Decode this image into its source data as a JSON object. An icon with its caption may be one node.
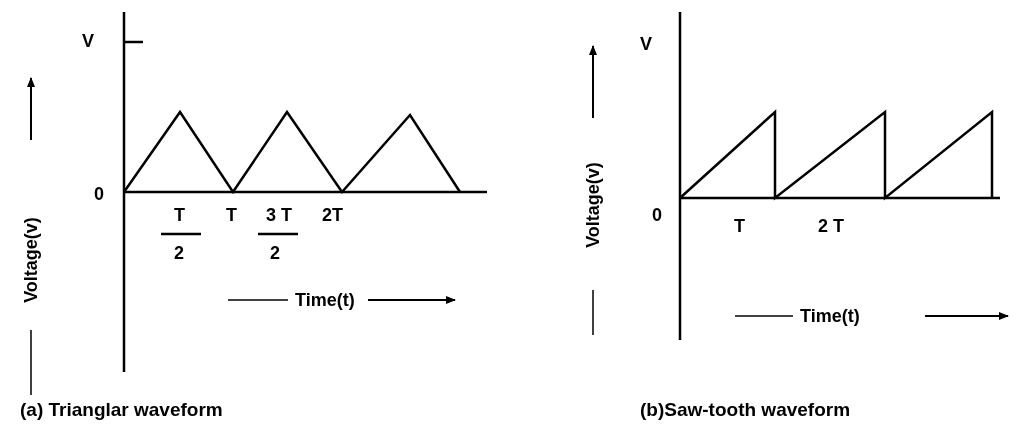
{
  "diagram": {
    "labels": [
      "V",
      "Voltage(v)",
      "0",
      "T",
      "2",
      "T",
      "3 T",
      "2",
      "2T",
      "Time(t)",
      "(a) Trianglar waveform",
      "V",
      "Voltage(v)",
      "0",
      "T",
      "2 T",
      "Time(t)",
      "(b)Saw-tooth waveform"
    ]
  }
}
